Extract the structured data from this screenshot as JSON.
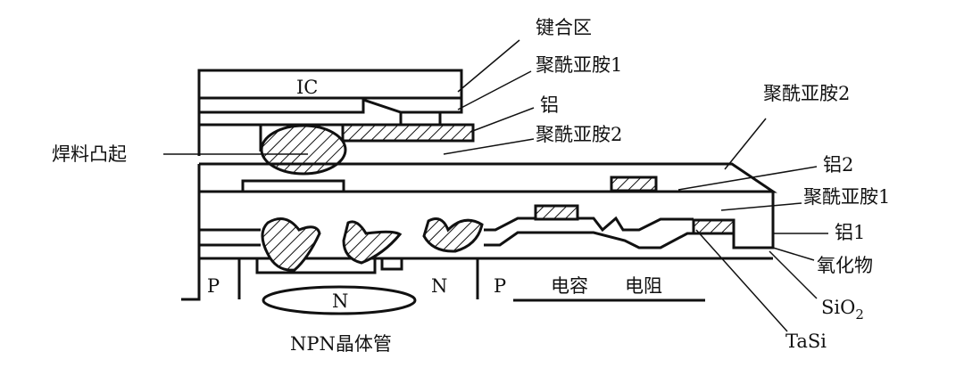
{
  "title": "倒装焊 IC 结构剖面示意图",
  "labels": {
    "ic": "IC",
    "bond_area": "键合区",
    "polyimide1_top": "聚酰亚胺1",
    "aluminum": "铝",
    "polyimide2_top": "聚酰亚胺2",
    "solder_bump": "焊料凸起",
    "polyimide2_right": "聚酰亚胺2",
    "aluminum2": "铝2",
    "polyimide1_right": "聚酰亚胺1",
    "aluminum1": "铝1",
    "oxide": "氧化物",
    "sio2_main": "SiO",
    "sio2_sub": "2",
    "tasi": "TaSi",
    "p_left": "P",
    "n_buried": "N",
    "n_right": "N",
    "p_right": "P",
    "capacitor": "电容",
    "resistor": "电阻",
    "npn_transistor": "NPN晶体管"
  }
}
